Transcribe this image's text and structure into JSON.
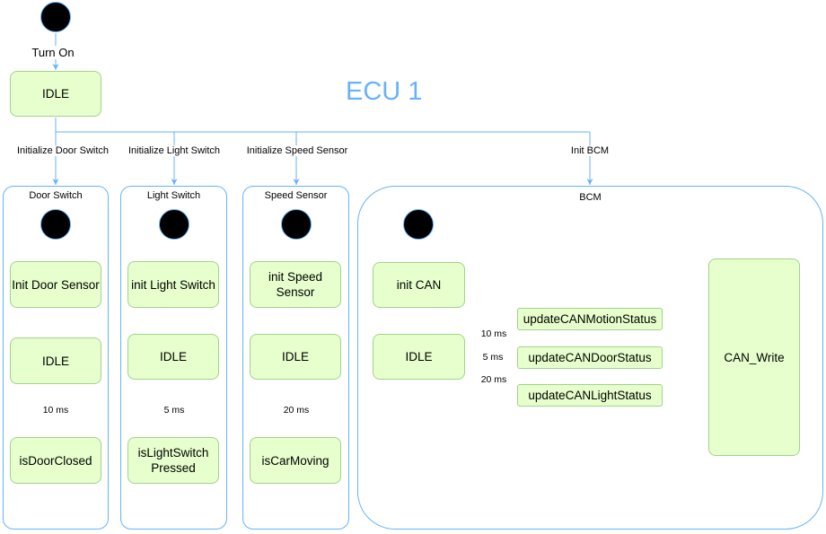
{
  "title": "ECU 1",
  "top": {
    "turn_on_label": "Turn On",
    "idle_label": "IDLE"
  },
  "branches": {
    "door": "Initialize Door Switch",
    "light": "Initialize Light Switch",
    "speed": "Initialize Speed Sensor",
    "bcm": "Init BCM"
  },
  "door_switch": {
    "title": "Door Switch",
    "init": "Init Door Sensor",
    "idle": "IDLE",
    "interval": "10 ms",
    "check": "isDoorClosed"
  },
  "light_switch": {
    "title": "Light Switch",
    "init": "init Light Switch",
    "idle": "IDLE",
    "interval": "5 ms",
    "check": "isLightSwitch\nPressed"
  },
  "speed_sensor": {
    "title": "Speed Sensor",
    "init": "init Speed\nSensor",
    "idle": "IDLE",
    "interval": "20 ms",
    "check": "isCarMoving"
  },
  "bcm": {
    "title": "BCM",
    "init": "init CAN",
    "idle": "IDLE",
    "motion": "updateCANMotionStatus",
    "door": "updateCANDoorStatus",
    "light": "updateCANLightStatus",
    "motion_interval": "10 ms",
    "door_interval": "5 ms",
    "light_interval": "20 ms",
    "write": "CAN_Write"
  },
  "colors": {
    "line": "#66b2ff",
    "state_fill": "#e6ffcc",
    "state_border": "#a3d28a",
    "title": "#66b2ff"
  }
}
